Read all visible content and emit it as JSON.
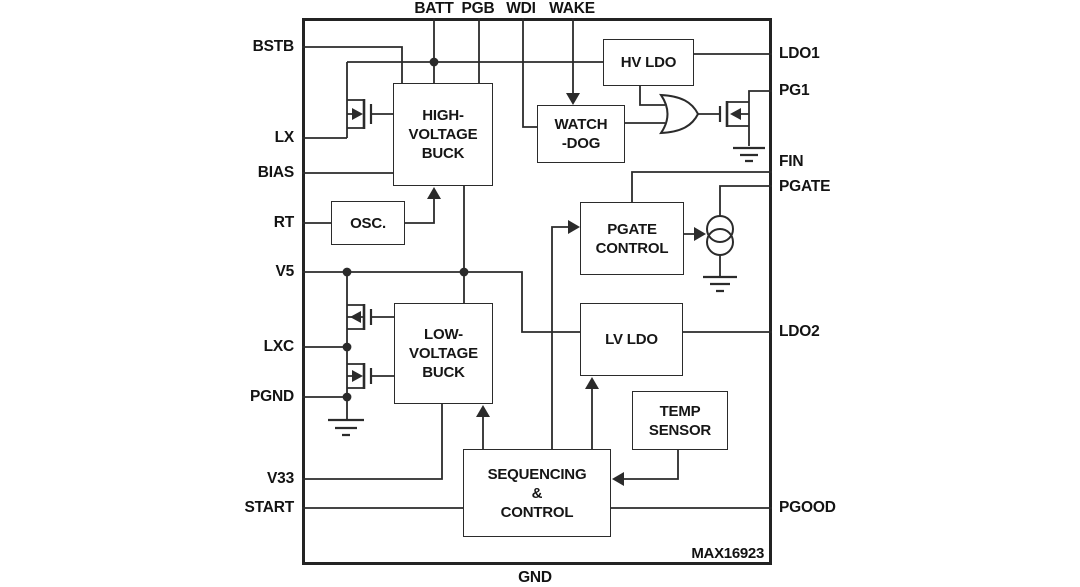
{
  "part_number": "MAX16923",
  "pins": {
    "top": [
      "BATT",
      "PGB",
      "WDI",
      "WAKE"
    ],
    "left": [
      "BSTB",
      "LX",
      "BIAS",
      "RT",
      "V5",
      "LXC",
      "PGND",
      "V33",
      "START"
    ],
    "right": [
      "LDO1",
      "PG1",
      "FIN",
      "PGATE",
      "LDO2",
      "PGOOD"
    ],
    "bottom": [
      "GND"
    ]
  },
  "blocks": {
    "hv_buck": {
      "lines": [
        "HIGH-",
        "VOLTAGE",
        "BUCK"
      ]
    },
    "osc": {
      "lines": [
        "OSC."
      ]
    },
    "watchdog": {
      "lines": [
        "WATCH",
        "-DOG"
      ]
    },
    "hv_ldo": {
      "lines": [
        "HV LDO"
      ]
    },
    "pgate_control": {
      "lines": [
        "PGATE",
        "CONTROL"
      ]
    },
    "lv_ldo": {
      "lines": [
        "LV LDO"
      ]
    },
    "lv_buck": {
      "lines": [
        "LOW-",
        "VOLTAGE",
        "BUCK"
      ]
    },
    "temp_sensor": {
      "lines": [
        "TEMP",
        "SENSOR"
      ]
    },
    "seq_control": {
      "lines": [
        "SEQUENCING",
        "&",
        "CONTROL"
      ]
    }
  },
  "colors": {
    "line": "#2b2b2b",
    "text": "#141414",
    "background": "#ffffff"
  }
}
